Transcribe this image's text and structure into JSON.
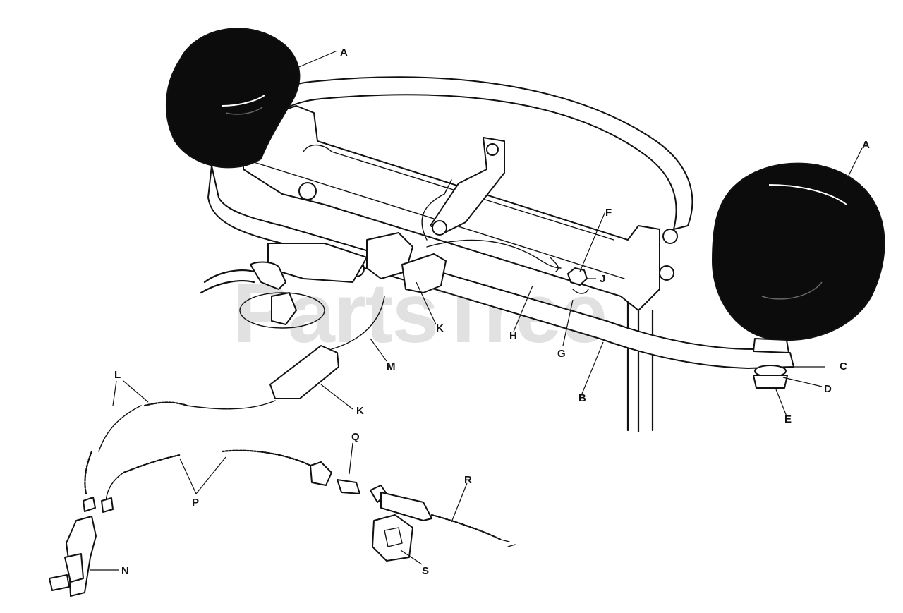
{
  "watermark": "PartsTree",
  "callouts": {
    "a1": "A",
    "a2": "A",
    "b": "B",
    "c": "C",
    "d": "D",
    "e": "E",
    "f": "F",
    "g": "G",
    "h": "H",
    "j": "J",
    "k1": "K",
    "k2": "K",
    "l": "L",
    "m": "M",
    "n": "N",
    "p": "P",
    "q": "Q",
    "r": "R",
    "s": "S"
  }
}
